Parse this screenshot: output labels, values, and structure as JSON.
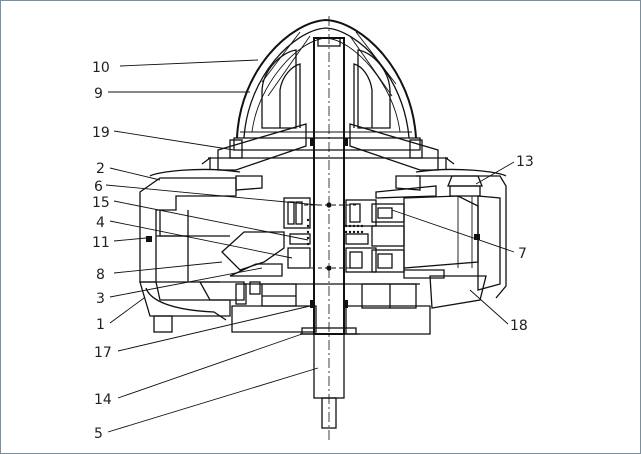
{
  "figure": {
    "description_colors": {
      "line": "#111111",
      "frame": "#7d8e9a",
      "hatch": "#333333"
    },
    "callouts": [
      {
        "id": "c10",
        "text": "10"
      },
      {
        "id": "c9",
        "text": "9"
      },
      {
        "id": "c19",
        "text": "19"
      },
      {
        "id": "c2",
        "text": "2"
      },
      {
        "id": "c6",
        "text": "6"
      },
      {
        "id": "c15",
        "text": "15"
      },
      {
        "id": "c4",
        "text": "4"
      },
      {
        "id": "c11",
        "text": "11"
      },
      {
        "id": "c8",
        "text": "8"
      },
      {
        "id": "c3",
        "text": "3"
      },
      {
        "id": "c1",
        "text": "1"
      },
      {
        "id": "c17",
        "text": "17"
      },
      {
        "id": "c14",
        "text": "14"
      },
      {
        "id": "c5",
        "text": "5"
      },
      {
        "id": "c13",
        "text": "13"
      },
      {
        "id": "c7",
        "text": "7"
      },
      {
        "id": "c18",
        "text": "18"
      }
    ]
  }
}
